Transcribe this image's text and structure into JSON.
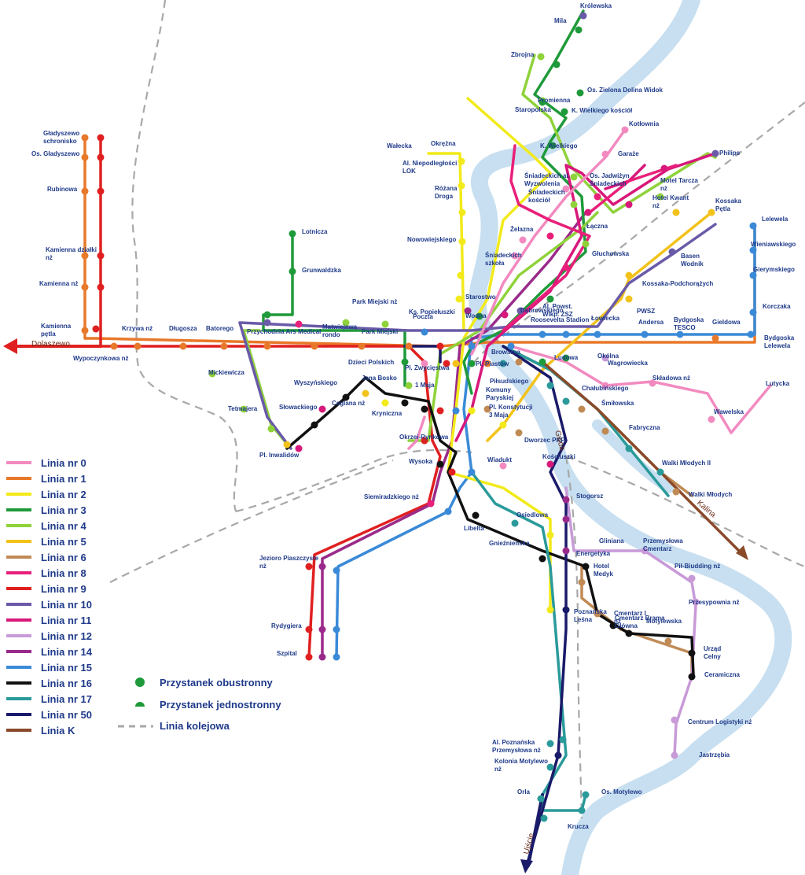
{
  "legend": {
    "lines": [
      {
        "label": "Linia nr 0",
        "color": "#f28ac0"
      },
      {
        "label": "Linia nr 1",
        "color": "#e8782a"
      },
      {
        "label": "Linia nr 2",
        "color": "#f2ea1a"
      },
      {
        "label": "Linia nr 3",
        "color": "#1f9a3a"
      },
      {
        "label": "Linia nr 4",
        "color": "#8fd23a"
      },
      {
        "label": "Linia nr 5",
        "color": "#f2c21a"
      },
      {
        "label": "Linia nr 6",
        "color": "#c08a55"
      },
      {
        "label": "Linia nr 8",
        "color": "#e8207a"
      },
      {
        "label": "Linia nr 9",
        "color": "#e02020"
      },
      {
        "label": "Linia nr 10",
        "color": "#6a5aa8"
      },
      {
        "label": "Linia nr 11",
        "color": "#d8187a"
      },
      {
        "label": "Linia nr 12",
        "color": "#c89ad8"
      },
      {
        "label": "Linia nr 14",
        "color": "#9a2a8a"
      },
      {
        "label": "Linia nr 15",
        "color": "#3a8ad8"
      },
      {
        "label": "Linia nr 16",
        "color": "#111111"
      },
      {
        "label": "Linia nr 17",
        "color": "#2a9a9a"
      },
      {
        "label": "Linia nr 50",
        "color": "#1a1a6a"
      },
      {
        "label": "Linia K",
        "color": "#8a4a2a"
      }
    ],
    "stop_both": "Przystanek obustronny",
    "stop_single": "Przystanek jednostronny",
    "railway": "Linia kolejowa",
    "stop_icon_color": "#1f9a3a",
    "railway_color": "#a8a8a8"
  },
  "directions": {
    "west": "Dolaszewo",
    "southeast": "Kalina",
    "south": "Ujście",
    "river": "Gwda"
  },
  "stops": [
    "Królewska",
    "Mila",
    "Zbrojna",
    "Os. Zielona Dolina Widok",
    "Promienna",
    "Staropolska",
    "K. Wielkiego kościół",
    "Kotłownia",
    "K. Wielkiego",
    "Garaże",
    "Philips",
    "Okrężna",
    "Wałecka",
    "Al. Niepodległości LOK",
    "Różana Droga",
    "Śniadeckich al. Wyzwolenia",
    "Os. Jadwiżyn Śniadeckich",
    "Motel Tarcza nż",
    "Śniadeckich kościół",
    "Hotel Kwant nż",
    "Kossaka Pętla",
    "Łączna",
    "Żelazna",
    "Lelewela",
    "Nowowiejskiego",
    "Wieniawskiego",
    "Głuchowska",
    "Basen Wodnik",
    "Gierymskiego",
    "Śniadeckich szkoła",
    "Kossaka-Podchorążych",
    "Gładyszewo schronisko",
    "Os. Gładyszewo",
    "Rubinowa",
    "Kamienna działki nż",
    "Kamienna nż",
    "Kamienna pętla",
    "Lotnicza",
    "Grunwaldzka",
    "Park Miejski nż",
    "Ks. Popiełuszki",
    "Starostwo",
    "Al. Powst. Wlkp. ZSZ",
    "PWSZ",
    "Korczaka",
    "Krzywa nż",
    "Długosza",
    "Batorego",
    "Przychodnia Ars Medical",
    "Matwiejewa rondo",
    "Park Miejski",
    "Poczta",
    "Wodna",
    "Dąbrowskiego",
    "Roosevelta",
    "Stadion",
    "Łowiecka",
    "Andersa",
    "Bydgoska TESCO",
    "Gieldowa",
    "Bydgoska Lelewela",
    "Wypoczynkowa nż",
    "Dzieci Polskich",
    "Pl. Zwycięstwa",
    "Pl. Piastów",
    "Browarna",
    "Ludowa",
    "Okólna",
    "Wagrowiecka",
    "Mickiewicza",
    "Jana Bosko",
    "Piłsudskiego",
    "Chałubińskiego",
    "Składowa nż",
    "Lutycka",
    "Wyszyńskiego",
    "Ceglana nż",
    "1 Maja",
    "Komuny Paryskiej",
    "Śmiłowska",
    "Tetmajera",
    "Słowackiego",
    "Kryniczna",
    "Pl. Konstytucji 3 Maja",
    "Fabryczna",
    "Wawelska",
    "Pl. Inwalidów",
    "Okrzei-Rynkowa",
    "Dworzec PKP",
    "Wysoka",
    "Wiadukt",
    "Kościuszki",
    "Walki Młodych II",
    "Walki Młodych",
    "Siemiradzkiego nż",
    "Stogorsz",
    "Osiedlowa",
    "Libelta",
    "Gnieźnieńska",
    "Gliniana",
    "Przemysłowa Cmentarz",
    "Energetyka",
    "Jezioro Piaszczyste nż",
    "Hotel Medyk",
    "Pił-Biudding nż",
    "Cmentarz Brama Główna",
    "Przesypownia nż",
    "Poznańska Leśna",
    "Cmentarz I nż",
    "Motylewska",
    "Rydygiera",
    "Urząd Celny",
    "Szpital",
    "Ceramiczna",
    "Centrum Logistyki nż",
    "Al. Poznańska Przemysłowa nż",
    "Jastrzębia",
    "Kolonia Motylewo nż",
    "Orla",
    "Os. Motylewo",
    "Krucza"
  ]
}
